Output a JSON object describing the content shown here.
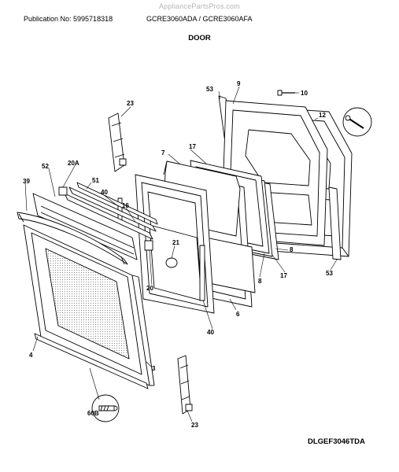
{
  "watermark": "AppliancePartsPros.com",
  "header": {
    "publication": "Publication No: 5995718318",
    "models": "GCRE3060ADA / GCRE3060AFA"
  },
  "title": "DOOR",
  "footer_code": "DLGEF3046TDA",
  "callouts": {
    "c53_top": "53",
    "c9": "9",
    "c10": "10",
    "c12": "12",
    "c23_top": "23",
    "c7": "7",
    "c17_top": "17",
    "c20A": "20A",
    "c52": "52",
    "c39": "39",
    "c51": "51",
    "c40_top": "40",
    "c16": "16",
    "c21": "21",
    "c20": "20",
    "c8_a": "8",
    "c8_b": "8",
    "c17_bot": "17",
    "c53_bot": "53",
    "c6": "6",
    "c40_bot": "40",
    "c4": "4",
    "c3": "3",
    "c60B": "60B",
    "c23_bot": "23"
  }
}
